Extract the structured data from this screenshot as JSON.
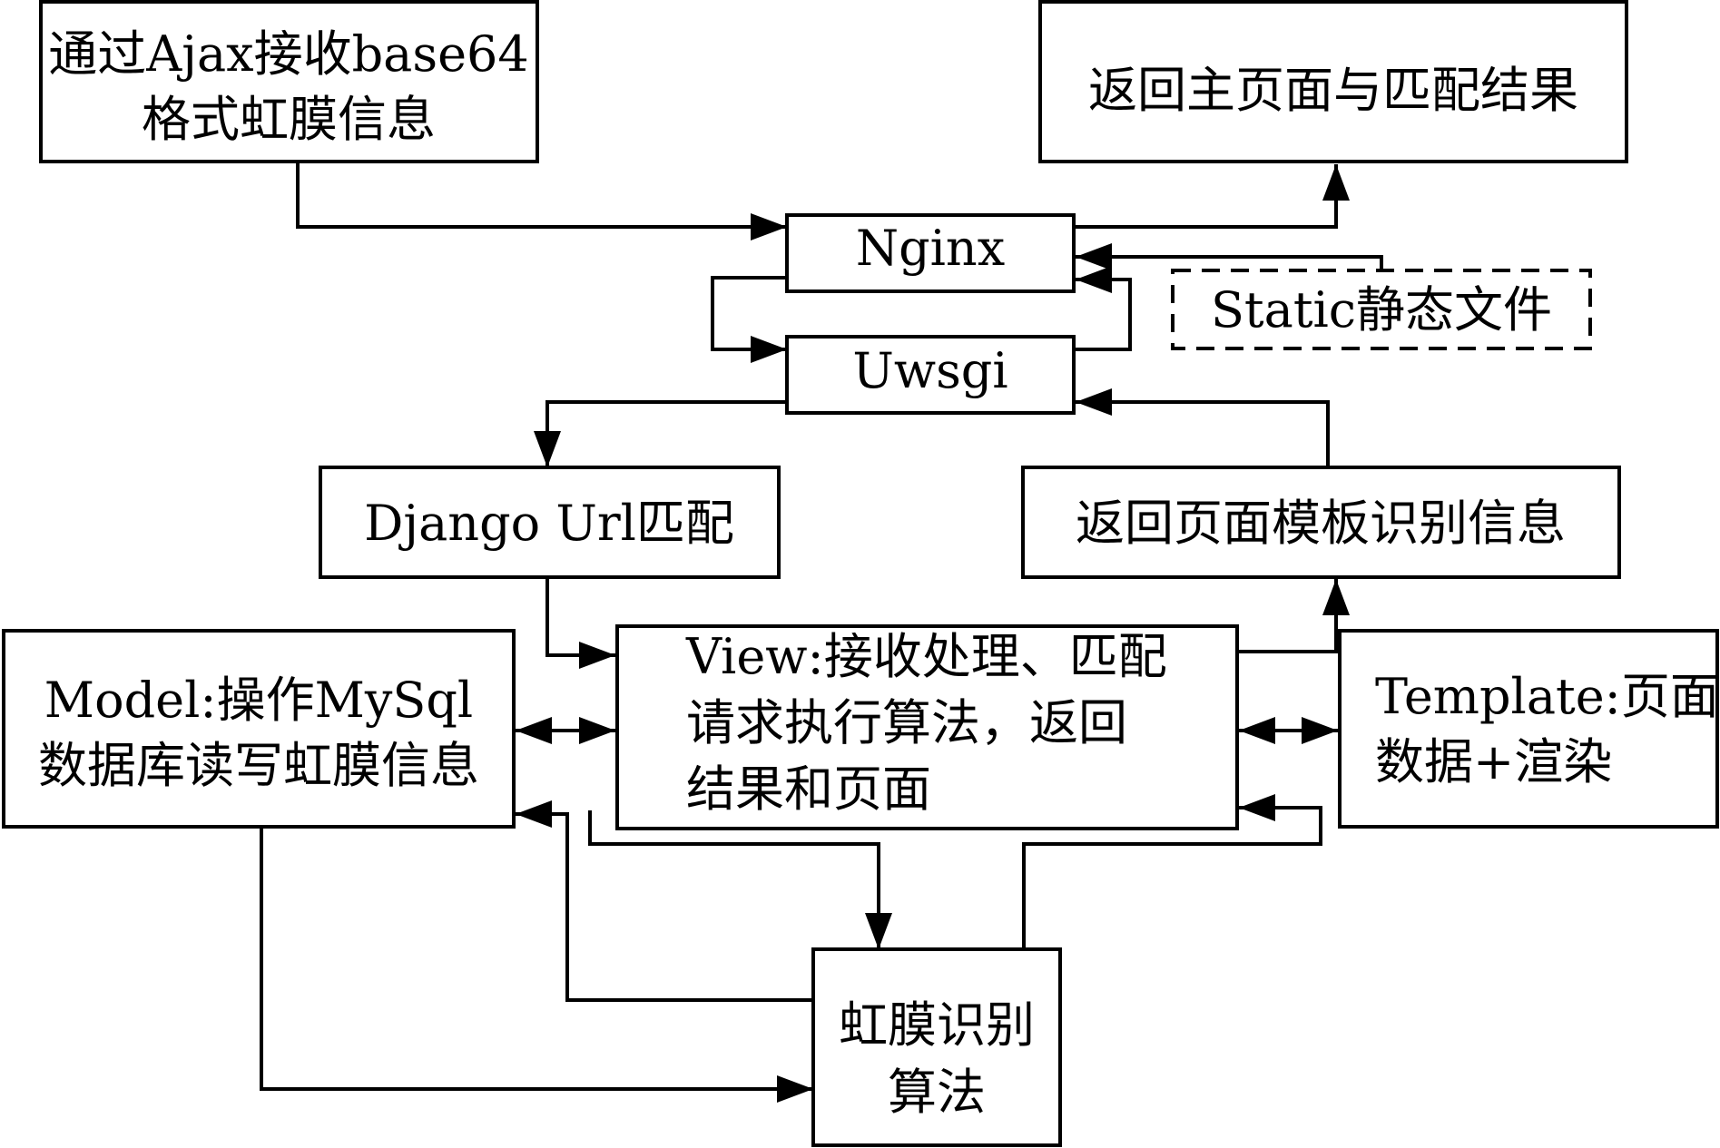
{
  "nodes": {
    "ajax": {
      "line1": "通过Ajax接收base64",
      "line2": "格式虹膜信息"
    },
    "return_main": {
      "label": "返回主页面与匹配结果"
    },
    "nginx": {
      "label": "Nginx"
    },
    "static": {
      "label": "Static静态文件"
    },
    "uwsgi": {
      "label": "Uwsgi"
    },
    "django_url": {
      "label": "Django Url匹配"
    },
    "return_template": {
      "label": "返回页面模板识别信息"
    },
    "model": {
      "line1": "Model:操作MySql",
      "line2": "数据库读写虹膜信息"
    },
    "view": {
      "line1": "View:接收处理、匹配",
      "line2": "请求执行算法，返回",
      "line3": "结果和页面"
    },
    "template": {
      "line1": "Template:页面",
      "line2": "数据+渲染"
    },
    "iris": {
      "line1": "虹膜识别",
      "line2": "算法"
    }
  },
  "colors": {
    "stroke": "#000000",
    "fill": "#ffffff"
  }
}
